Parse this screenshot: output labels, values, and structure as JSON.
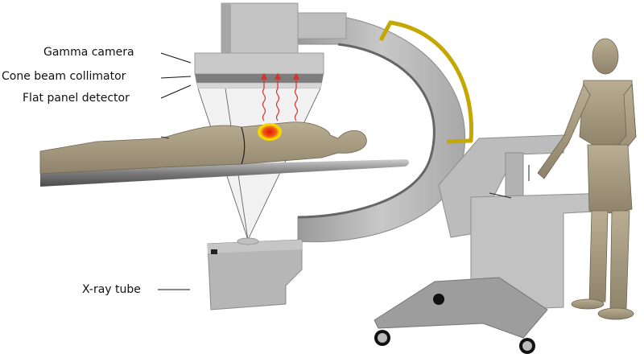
{
  "diagram": {
    "type": "labeled-illustration",
    "subject": "Hybrid C-arm imaging system with gamma camera and X-ray",
    "labels": [
      {
        "id": "gamma-camera",
        "text": "Gamma camera"
      },
      {
        "id": "cone-beam-collimator",
        "text": "Cone beam collimator"
      },
      {
        "id": "flat-panel-detector",
        "text": "Flat panel detector"
      },
      {
        "id": "x-ray-tube",
        "text": "X-ray tube"
      }
    ],
    "colors": {
      "background": "#ffffff",
      "machine_gray": "#b9b9b9",
      "machine_dark": "#7a7a7a",
      "mannequin": "#a89c82",
      "cable": "#c4a800",
      "hotspot_outer": "#f5d800",
      "hotspot_inner": "#e8200c",
      "gamma_wave": "#d9312a",
      "beam_fill": "#eeeeee"
    }
  }
}
